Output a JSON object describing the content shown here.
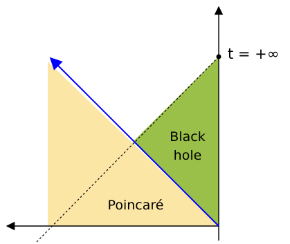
{
  "labels": {
    "t_infinity": "t = +∞",
    "black_hole_line1": "Black",
    "black_hole_line2": "hole",
    "poincare": "Poincaré"
  },
  "colors": {
    "poincare_fill": "#fbe6a6",
    "black_hole_fill": "#9bc04a",
    "boundary_line": "#0000ff",
    "axes": "#000000",
    "dashed_line": "#000000",
    "background": "#ffffff"
  }
}
